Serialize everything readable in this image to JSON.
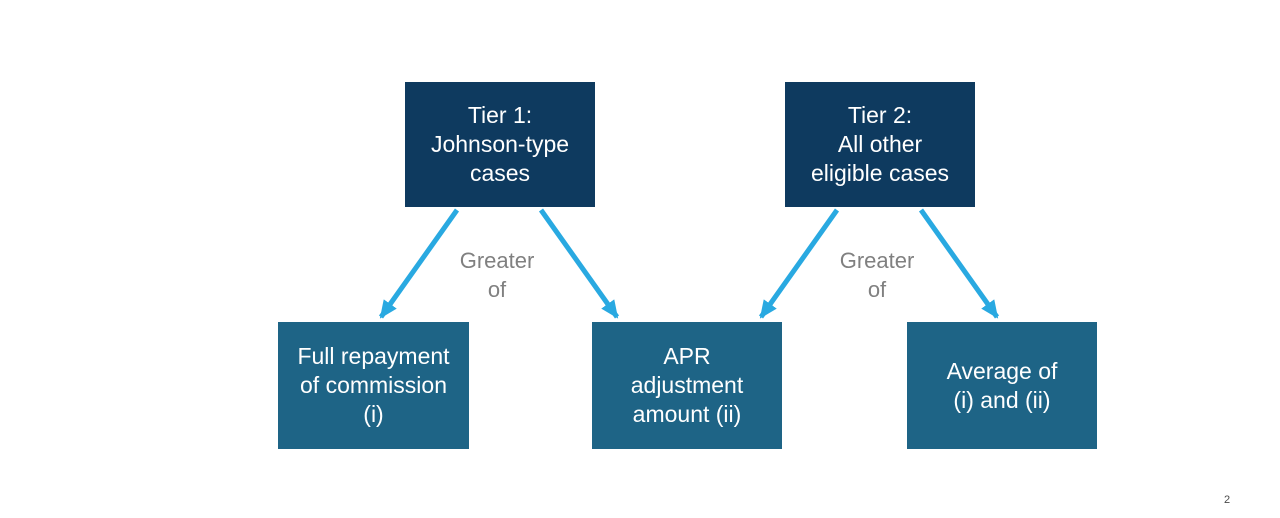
{
  "colors": {
    "navy": "#0e3a5f",
    "teal": "#1e6486",
    "arrow_blue": "#29a9e1",
    "label_gray": "#808080",
    "page_number_gray": "#4a4a4a",
    "background": "#ffffff",
    "box_text": "#ffffff"
  },
  "boxes": {
    "tier1": {
      "text": "Tier 1:\nJohnson-type\ncases"
    },
    "tier2": {
      "text": "Tier 2:\nAll other\neligible cases"
    },
    "full_repayment": {
      "text": "Full repayment\nof commission\n(i)"
    },
    "apr_adjustment": {
      "text": "APR\nadjustment\namount (ii)"
    },
    "average": {
      "text": "Average of\n(i) and (ii)"
    }
  },
  "labels": {
    "greater_of_left": "Greater\nof",
    "greater_of_right": "Greater\nof"
  },
  "footer": {
    "page_number": "2"
  }
}
